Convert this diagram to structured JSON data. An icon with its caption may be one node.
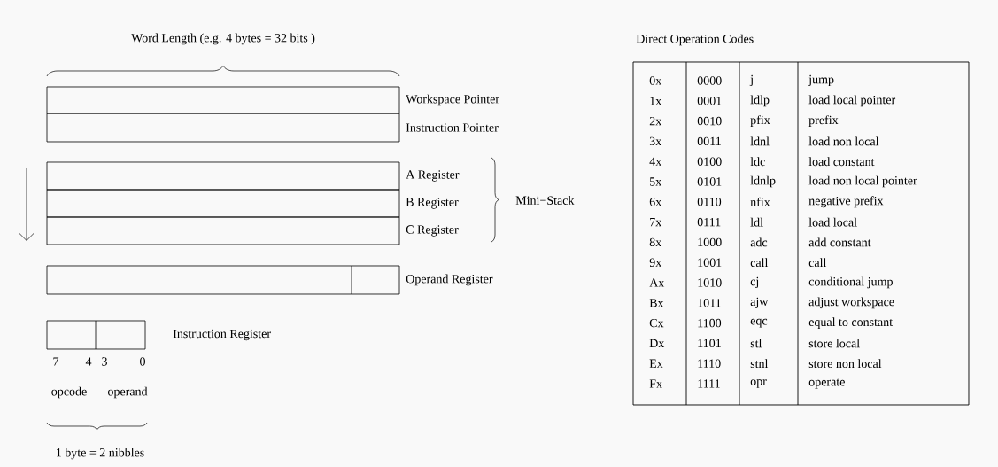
{
  "diagram": {
    "nodes": [
      {
        "text": [],
        "shape": "box",
        "beside": [
          "Workspace Pointer"
        ]
      },
      {
        "text": [],
        "shape": "box",
        "beside": [
          "Instruction Pointer"
        ]
      },
      {
        "text": [],
        "shape": "box",
        "beside": [
          "A Register"
        ]
      },
      {
        "text": [],
        "shape": "box",
        "beside": [
          "B Register"
        ]
      },
      {
        "text": [],
        "shape": "box",
        "beside": [
          "C Register"
        ]
      },
      {
        "text": [],
        "shape": "box",
        "beside": [
          "Operand Register"
        ]
      },
      {
        "text": [],
        "shape": "box",
        "beside": [
          "Instruction Register"
        ]
      }
    ],
    "labels": [
      "Word Length (e.g. 4 bytes = 32 bits )",
      "Mini−Stack",
      "7",
      "4",
      "3",
      "0",
      "opcode",
      "operand",
      "1 byte = 2 nibbles",
      "Direct Operation Codes",
      "0x",
      "0000",
      "j",
      "jump",
      "1x",
      "0001",
      "ldlp",
      "load local pointer",
      "2x",
      "0010",
      "pfix",
      "prefix",
      "3x",
      "0011",
      "ldnl",
      "load non local",
      "4x",
      "0100",
      "ldc",
      "load constant",
      "5x",
      "0101",
      "ldnlp",
      "load non local pointer",
      "6x",
      "0110",
      "nfix",
      "negative prefix",
      "7x",
      "0111",
      "ldl",
      "load local",
      "8x",
      "1000",
      "adc",
      "add constant",
      "9x",
      "1001",
      "call",
      "call",
      "Ax",
      "1010",
      "cj",
      "conditional jump",
      "Bx",
      "1011",
      "ajw",
      "adjust workspace",
      "Cx",
      "1100",
      "eqc",
      "equal to constant",
      "Dx",
      "1101",
      "stl",
      "store local",
      "Ex",
      "1110",
      "stnl",
      "store non local",
      "Fx",
      "1111",
      "opr",
      "operate"
    ]
  }
}
